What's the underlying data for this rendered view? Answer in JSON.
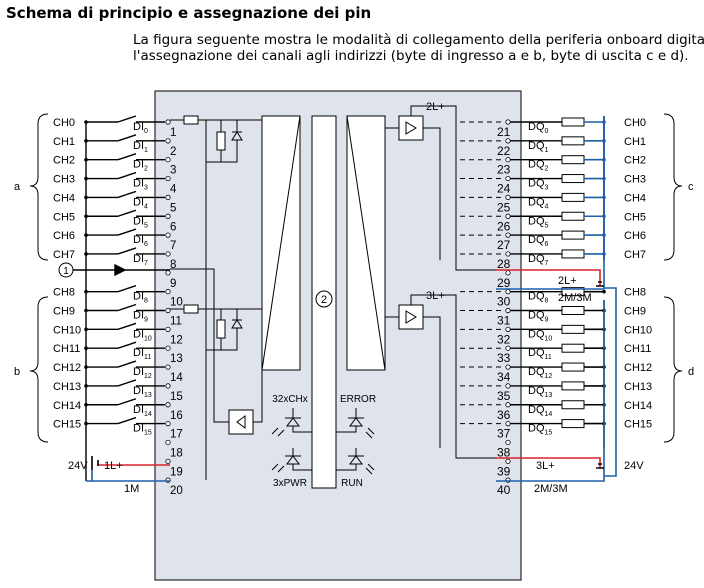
{
  "page": {
    "heading": "Schema di principio e assegnazione dei pin",
    "intro_line1": "La figura seguente mostra le modalità di collegamento della periferia onboard digitale e",
    "intro_line2": "l'assegnazione dei canali agli indirizzi (byte di ingresso a e b, byte di uscita c e d)."
  },
  "left": {
    "channels": [
      "CH0",
      "CH1",
      "CH2",
      "CH3",
      "CH4",
      "CH5",
      "CH6",
      "CH7",
      "CH8",
      "CH9",
      "CH10",
      "CH11",
      "CH12",
      "CH13",
      "CH14",
      "CH15"
    ],
    "group_a": "a",
    "group_b": "b",
    "callout": "1",
    "supply_voltage": "24V",
    "supply_pos": "1L+",
    "supply_neg": "1M"
  },
  "right": {
    "channels": [
      "CH0",
      "CH1",
      "CH2",
      "CH3",
      "CH4",
      "CH5",
      "CH6",
      "CH7",
      "CH8",
      "CH9",
      "CH10",
      "CH11",
      "CH12",
      "CH13",
      "CH14",
      "CH15"
    ],
    "group_c": "c",
    "group_d": "d",
    "supply_voltage": "24V",
    "l2_label": "2L+",
    "l2_supply": "2L+",
    "m2_label": "2M/3M",
    "l3_label": "3L+",
    "l3_supply": "3L+",
    "m3_label": "2M/3M"
  },
  "inputs": {
    "prefix": "DI",
    "subs": [
      "0",
      "1",
      "2",
      "3",
      "4",
      "5",
      "6",
      "7",
      "8",
      "9",
      "10",
      "11",
      "12",
      "13",
      "14",
      "15"
    ],
    "pins": [
      "1",
      "2",
      "3",
      "4",
      "5",
      "6",
      "7",
      "8",
      "9",
      "10",
      "11",
      "12",
      "13",
      "14",
      "15",
      "16",
      "17",
      "18",
      "19",
      "20"
    ]
  },
  "outputs": {
    "prefix": "DQ",
    "subs": [
      "0",
      "1",
      "2",
      "3",
      "4",
      "5",
      "6",
      "7",
      "8",
      "9",
      "10",
      "11",
      "12",
      "13",
      "14",
      "15"
    ],
    "pins": [
      "21",
      "22",
      "23",
      "24",
      "25",
      "26",
      "27",
      "28",
      "29",
      "30",
      "31",
      "32",
      "33",
      "34",
      "35",
      "36",
      "37",
      "38",
      "39",
      "40"
    ]
  },
  "module": {
    "callout": "2",
    "led_chx": "32xCHx",
    "led_pwr": "3xPWR",
    "led_error": "ERROR",
    "led_run": "RUN"
  },
  "colors": {
    "blue": "#1f5fa8",
    "red": "#d8232a",
    "module_fill": "#dfe4ec",
    "panel_fill": "#ffffff"
  }
}
